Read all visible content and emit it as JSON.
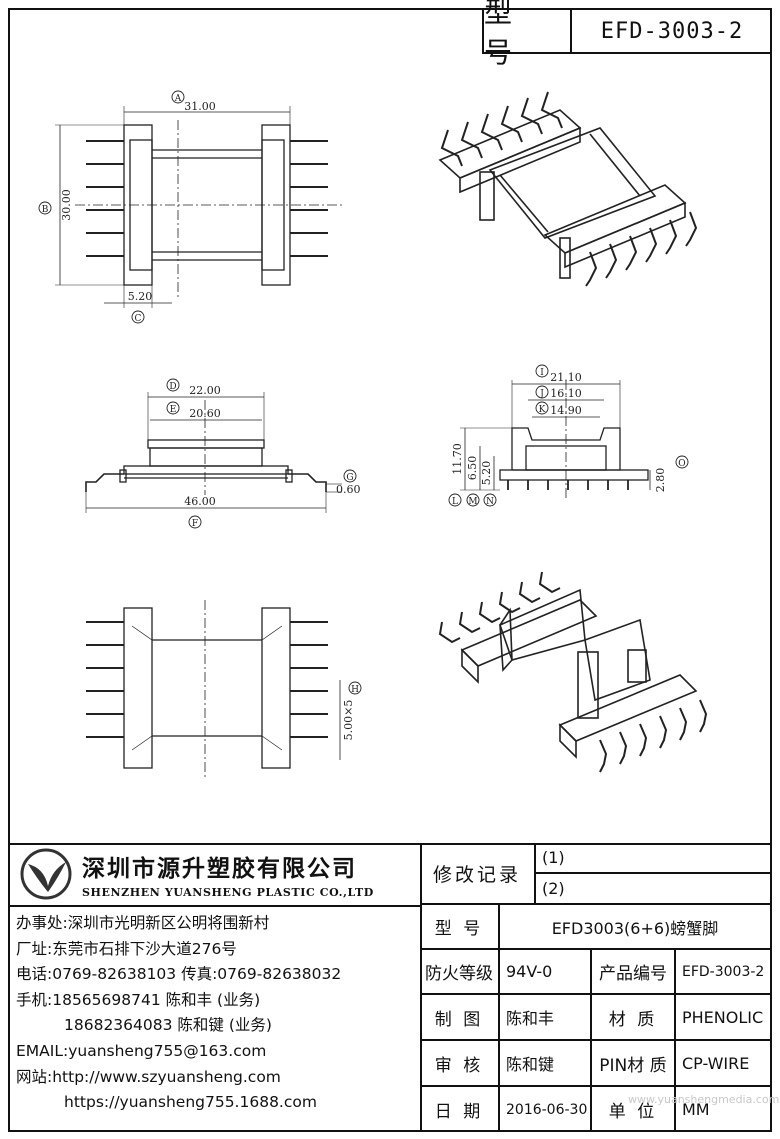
{
  "header": {
    "type_label": "型 号",
    "model": "EFD-3003-2"
  },
  "dims": {
    "A": {
      "tag": "A",
      "value": "31.00"
    },
    "B": {
      "tag": "B",
      "value": "30.00"
    },
    "C": {
      "tag": "C",
      "value": "5.20"
    },
    "D": {
      "tag": "D",
      "value": "22.00"
    },
    "E": {
      "tag": "E",
      "value": "20.60"
    },
    "F": {
      "tag": "F",
      "value": "46.00"
    },
    "G": {
      "tag": "G",
      "value": "0.60"
    },
    "H": {
      "tag": "H",
      "value": "5.00×5"
    },
    "I": {
      "tag": "I",
      "value": "21.10"
    },
    "J": {
      "tag": "J",
      "value": "16.10"
    },
    "K": {
      "tag": "K",
      "value": "14.90"
    },
    "L": {
      "tag": "L",
      "value": "11.70"
    },
    "M": {
      "tag": "M",
      "value": "6.50"
    },
    "N": {
      "tag": "N",
      "value": "5.20"
    },
    "O": {
      "tag": "O",
      "value": "2.80"
    }
  },
  "company": {
    "name": "深圳市源升塑胶有限公司",
    "name_en": "SHENZHEN YUANSHENG PLASTIC CO.,LTD",
    "office": "办事处:深圳市光明新区公明将围新村",
    "factory": "厂址:东莞市石排下沙大道276号",
    "phone": "电话:0769-82638103 传真:0769-82638032",
    "mobile1": "手机:18565698741 陈和丰 (业务)",
    "mobile2": "18682364083 陈和键 (业务)",
    "email": "EMAIL:yuansheng755@163.com",
    "web1": "网站:http://www.szyuansheng.com",
    "web2": "https://yuansheng755.1688.com"
  },
  "revision": {
    "label": "修改记录",
    "items": [
      "(1)",
      "(2)"
    ]
  },
  "info": {
    "type_label": "型 号",
    "type_value": "EFD3003(6+6)螃蟹脚",
    "fire_label": "防火等级",
    "fire_value": "94V-0",
    "product_no_label": "产品编号",
    "product_no_value": "EFD-3003-2",
    "drawn_label": "制 图",
    "drawn_value": "陈和丰",
    "material_label": "材 质",
    "material_value": "PHENOLIC",
    "check_label": "审 核",
    "check_value": "陈和键",
    "pin_label": "PIN材 质",
    "pin_value": "CP-WIRE",
    "date_label": "日 期",
    "date_value": "2016-06-30",
    "unit_label": "单 位",
    "unit_value": "MM"
  },
  "watermark": "www.yuanshengmedia.com"
}
